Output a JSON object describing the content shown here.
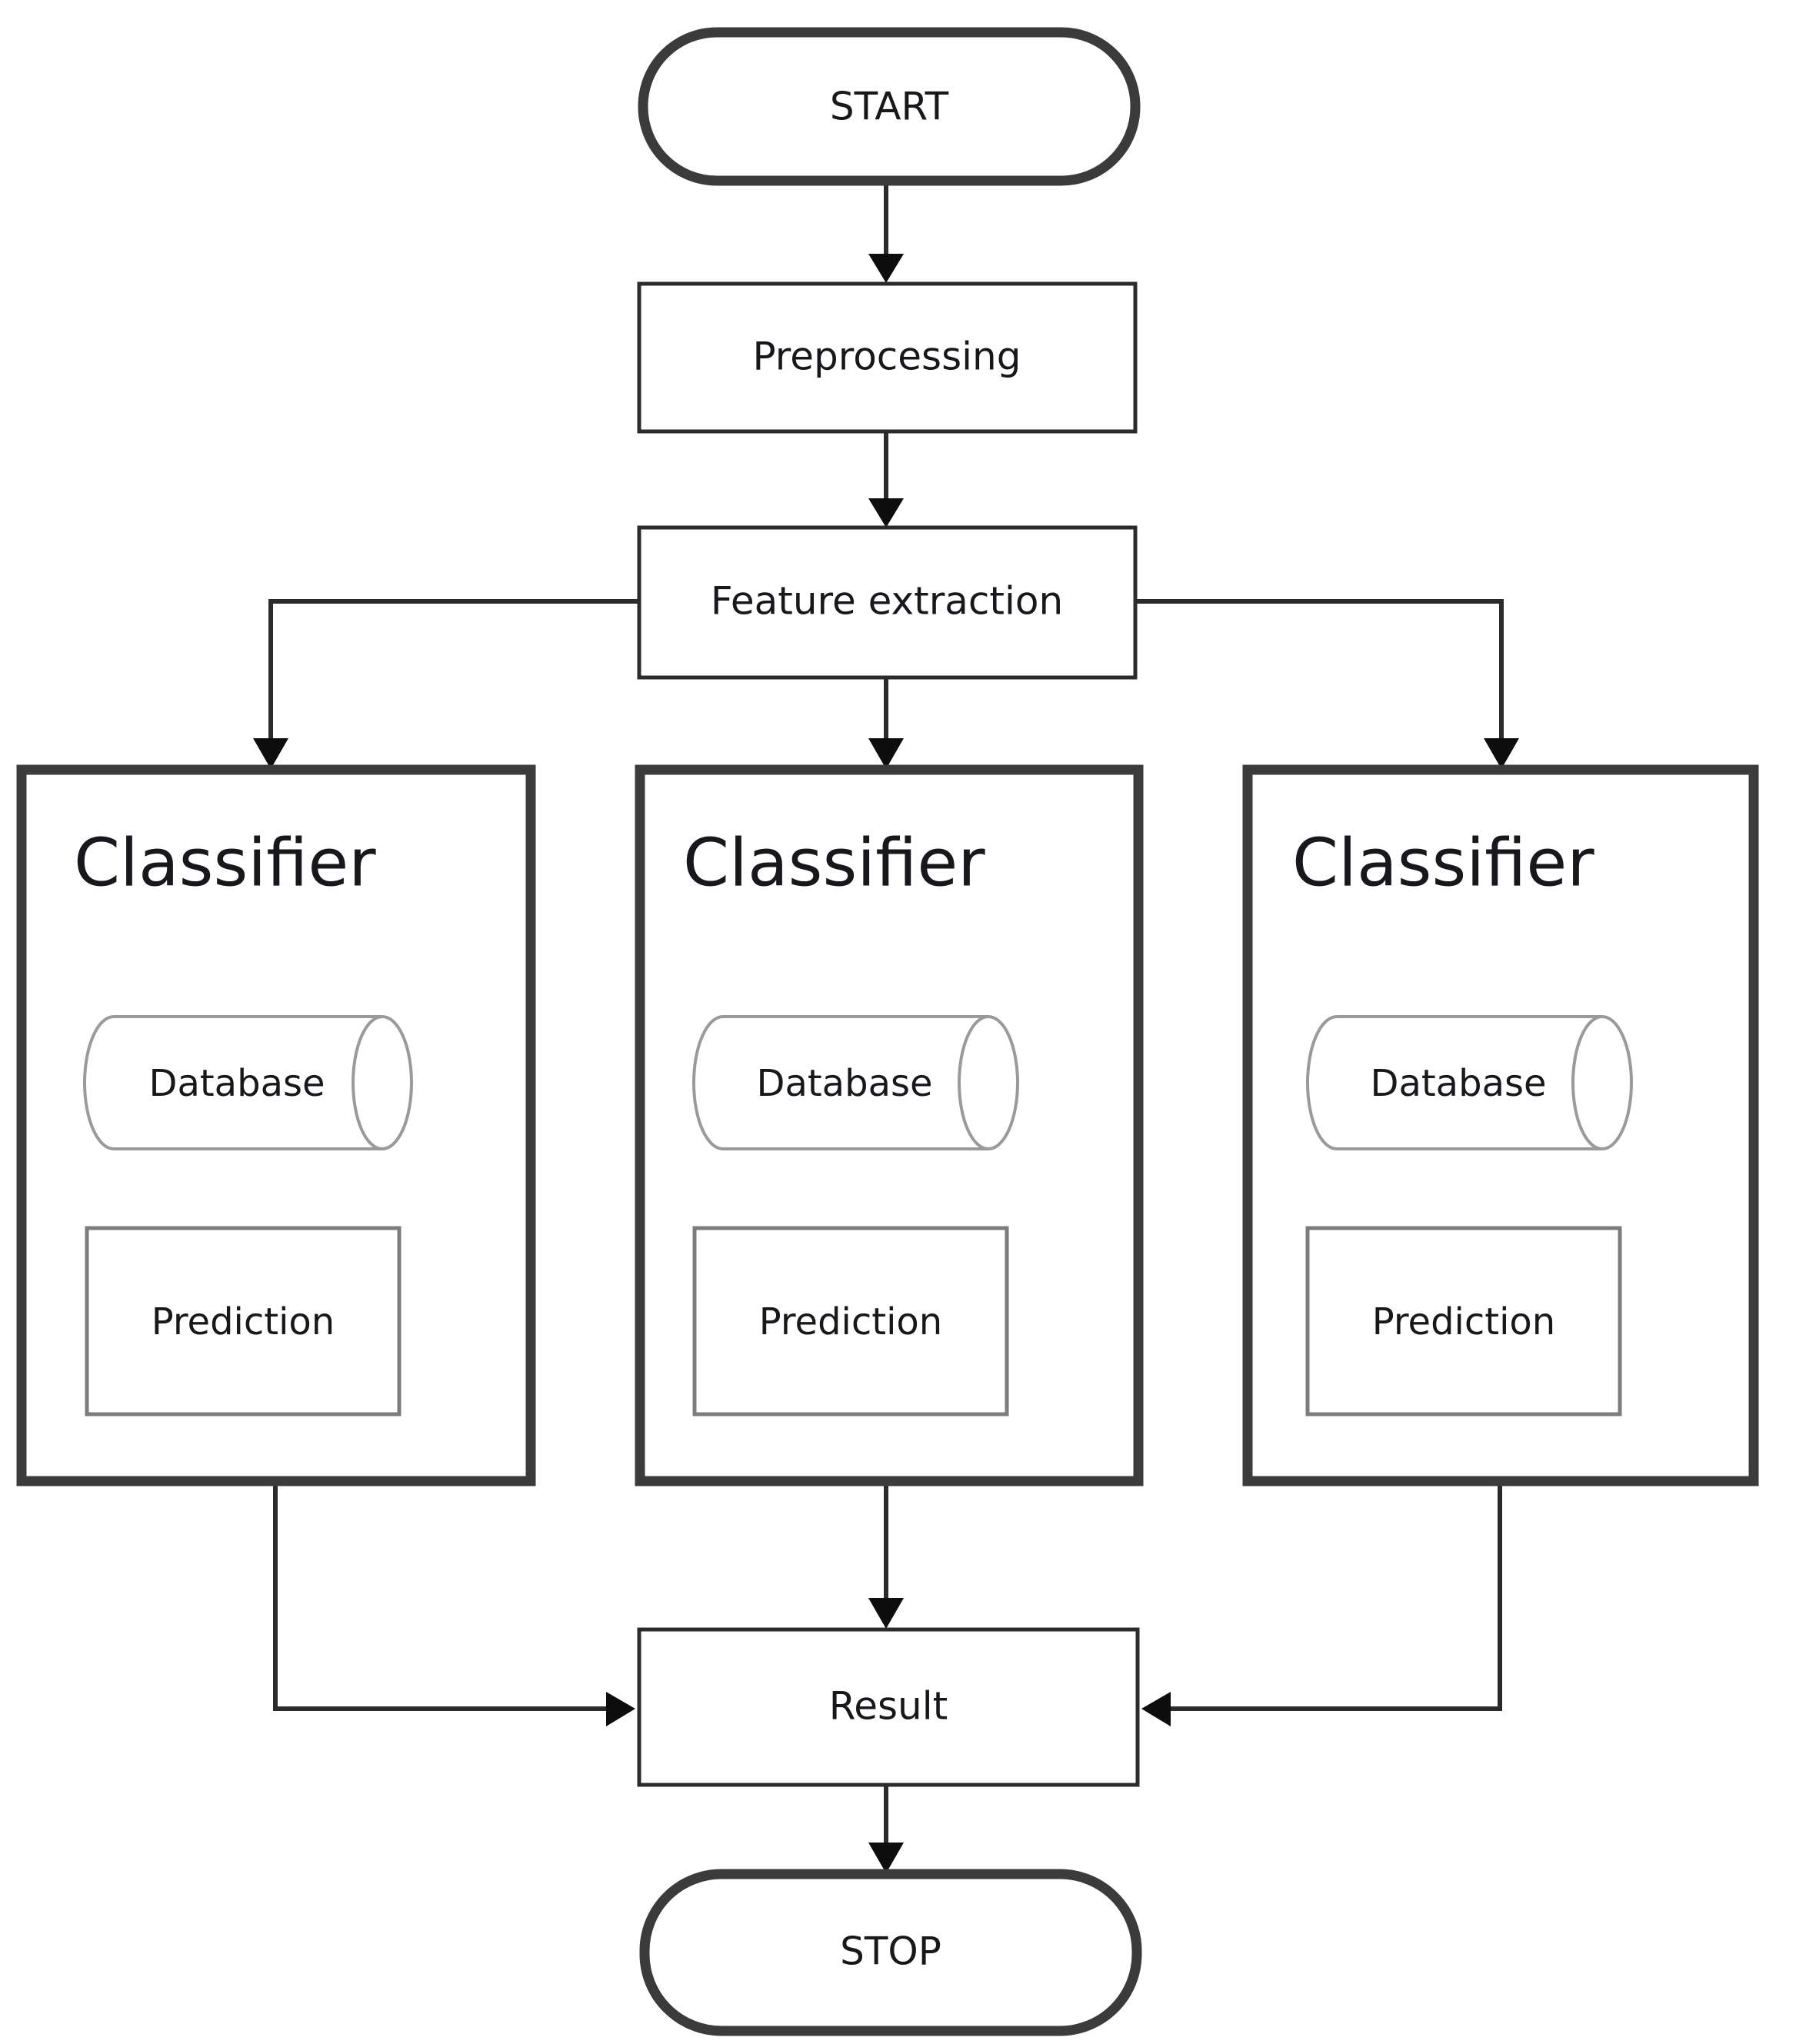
{
  "diagram": {
    "title": "Classification pipeline flowchart",
    "type": "flowchart",
    "orientation": "top-to-bottom",
    "colors": {
      "page_background": "#ffffff",
      "node_fill": "#ffffff",
      "thick_border": "#3b3b3b",
      "thin_border": "#2b2b2b",
      "gray_border": "#7d7d7d",
      "cylinder_border": "#9a9a9a",
      "edge": "#2b2b2b",
      "text": "#16181c"
    },
    "nodes": {
      "start": {
        "label": "START",
        "shape": "stadium"
      },
      "preprocessing": {
        "label": "Preprocessing",
        "shape": "rectangle"
      },
      "feature_extraction": {
        "label": "Feature extraction",
        "shape": "rectangle"
      },
      "result": {
        "label": "Result",
        "shape": "rectangle"
      },
      "stop": {
        "label": "STOP",
        "shape": "stadium"
      }
    },
    "classifiers": [
      {
        "group_label": "Classifier",
        "database_label": "Database",
        "prediction_label": "Prediction"
      },
      {
        "group_label": "Classifier",
        "database_label": "Database",
        "prediction_label": "Prediction"
      },
      {
        "group_label": "Classifier",
        "database_label": "Database",
        "prediction_label": "Prediction"
      }
    ],
    "edges": [
      {
        "from": "START",
        "to": "Preprocessing",
        "style": "straight-down"
      },
      {
        "from": "Preprocessing",
        "to": "Feature extraction",
        "style": "straight-down"
      },
      {
        "from": "Feature extraction",
        "to": "Classifier 1",
        "style": "elbow-left"
      },
      {
        "from": "Feature extraction",
        "to": "Classifier 2",
        "style": "straight-down"
      },
      {
        "from": "Feature extraction",
        "to": "Classifier 3",
        "style": "elbow-right"
      },
      {
        "from": "Database 1",
        "to": "Prediction 1",
        "style": "straight-down"
      },
      {
        "from": "Database 2",
        "to": "Prediction 2",
        "style": "straight-down"
      },
      {
        "from": "Database 3",
        "to": "Prediction 3",
        "style": "straight-down"
      },
      {
        "from": "Classifier 1",
        "to": "Result",
        "style": "elbow-right"
      },
      {
        "from": "Classifier 2",
        "to": "Result",
        "style": "straight-down"
      },
      {
        "from": "Classifier 3",
        "to": "Result",
        "style": "elbow-left"
      },
      {
        "from": "Result",
        "to": "STOP",
        "style": "straight-down"
      }
    ]
  }
}
